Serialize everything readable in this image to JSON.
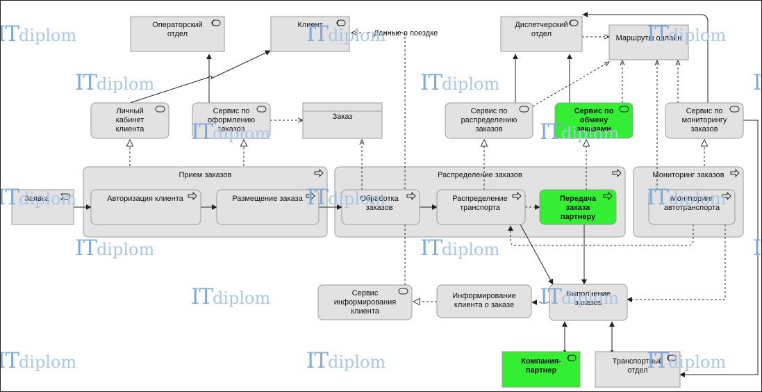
{
  "diagram": {
    "elements": {
      "operatorsky_otdel": {
        "lines": [
          "Операторский",
          "отдел"
        ]
      },
      "klient": {
        "lines": [
          "Клиент"
        ]
      },
      "dispetcherskiy_otdel": {
        "lines": [
          "Диспетчерский",
          "отдел"
        ]
      },
      "marshruty_online": {
        "lines": [
          "Маршруты онлайн"
        ]
      },
      "lichny_kabinet": {
        "lines": [
          "Личный",
          "кабинет",
          "клиента"
        ]
      },
      "servis_oformleniya": {
        "lines": [
          "Сервис по",
          "оформлению",
          "заказов"
        ]
      },
      "zakaz": {
        "lines": [
          "Заказ"
        ]
      },
      "servis_raspredeleniya": {
        "lines": [
          "Сервис по",
          "распределению",
          "заказов"
        ]
      },
      "servis_obmena": {
        "lines": [
          "Сервис по",
          "обмену",
          "заказами"
        ]
      },
      "servis_monitoringa": {
        "lines": [
          "Сервис по",
          "мониторингу",
          "заказов"
        ]
      },
      "priem_zakazov": {
        "lines": [
          "Прием заказов"
        ]
      },
      "raspredelenie_zakazov": {
        "lines": [
          "Распределение заказов"
        ]
      },
      "monitoring_zakazov": {
        "lines": [
          "Мониторинг заказов"
        ]
      },
      "zayavka": {
        "lines": [
          "Заявка"
        ]
      },
      "avtorizaciya": {
        "lines": [
          "Авторизация клиента"
        ]
      },
      "razmeshenie": {
        "lines": [
          "Размещение заказа"
        ]
      },
      "obrabotka": {
        "lines": [
          "Обработка",
          "заказов"
        ]
      },
      "raspredelenie_transporta": {
        "lines": [
          "Распределение",
          "транспорта"
        ]
      },
      "peredacha": {
        "lines": [
          "Передача",
          "заказа",
          "партнеру"
        ]
      },
      "monitoring_avto": {
        "lines": [
          "Мониторинг",
          "автотранспорта"
        ]
      },
      "servis_informirovaniya": {
        "lines": [
          "Сервис",
          "информирования",
          "клиента"
        ]
      },
      "informirovanie": {
        "lines": [
          "Информирование",
          "клиента о заказе"
        ]
      },
      "vypolnenie": {
        "lines": [
          "Выполнение",
          "заказов"
        ]
      },
      "kompaniya_partner": {
        "lines": [
          "Компания-",
          "партнер"
        ]
      },
      "transportny_otdel": {
        "lines": [
          "Транспортный",
          "отдел"
        ]
      }
    },
    "annotations": {
      "dannye_o_poezdke": "Данные о поездке"
    }
  },
  "watermark": {
    "it": "IT",
    "rest": "diplom"
  },
  "colors": {
    "box_fill": "#e2e2e2",
    "box_stroke": "#9a9a9a",
    "highlight_fill": "#33ee33",
    "line": "#222222",
    "watermark": "#a9c6e8"
  }
}
